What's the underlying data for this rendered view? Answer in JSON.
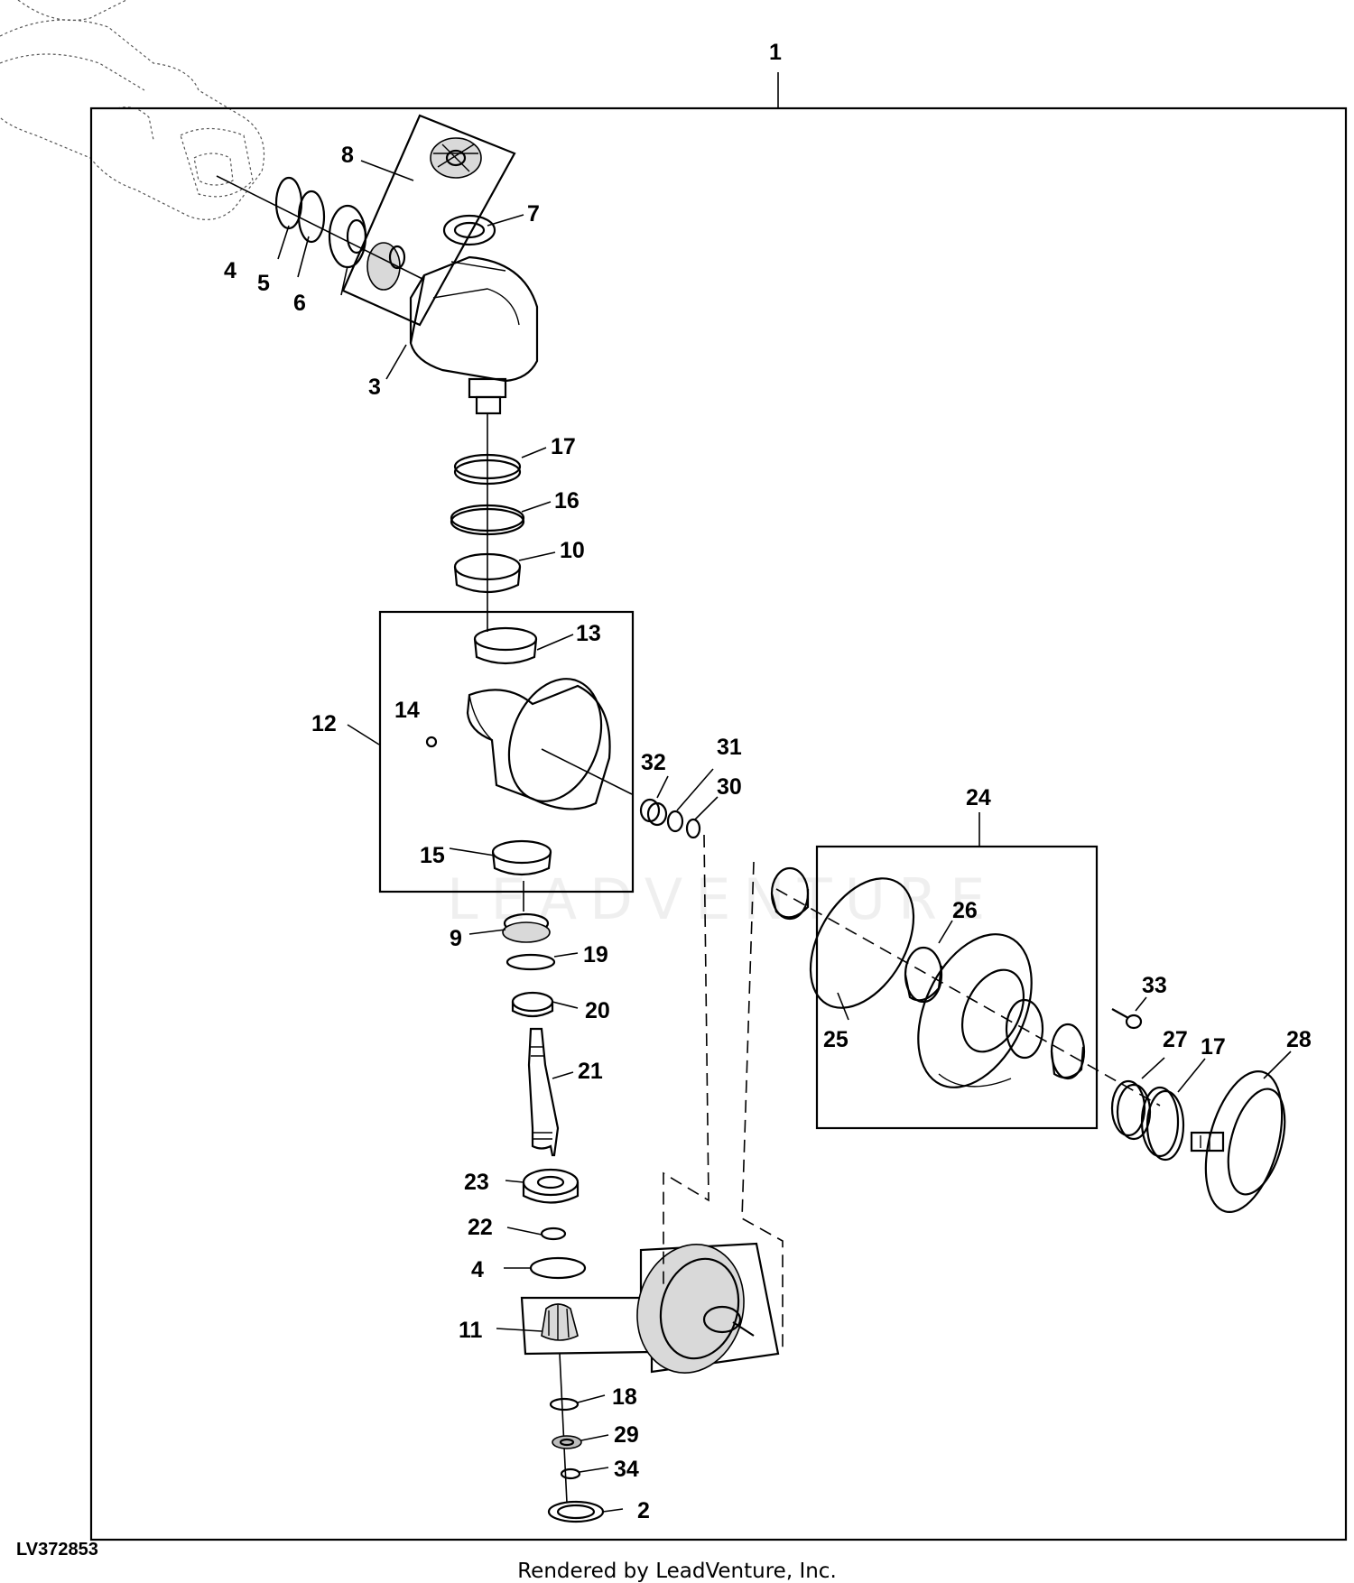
{
  "diagram": {
    "image_code": "LV372853",
    "footer": "Rendered by LeadVenture, Inc.",
    "watermark": "LEADVENTURE",
    "callouts": {
      "c1": "1",
      "c2": "2",
      "c3": "3",
      "c4a": "4",
      "c4b": "4",
      "c5": "5",
      "c6": "6",
      "c7": "7",
      "c8": "8",
      "c9": "9",
      "c10": "10",
      "c11": "11",
      "c12": "12",
      "c13": "13",
      "c14": "14",
      "c15": "15",
      "c16": "16",
      "c17a": "17",
      "c17b": "17",
      "c18": "18",
      "c19": "19",
      "c20": "20",
      "c21": "21",
      "c22": "22",
      "c23": "23",
      "c24": "24",
      "c25": "25",
      "c26": "26",
      "c27": "27",
      "c28": "28",
      "c29": "29",
      "c30": "30",
      "c31": "31",
      "c32": "32",
      "c33": "33",
      "c34": "34"
    }
  }
}
